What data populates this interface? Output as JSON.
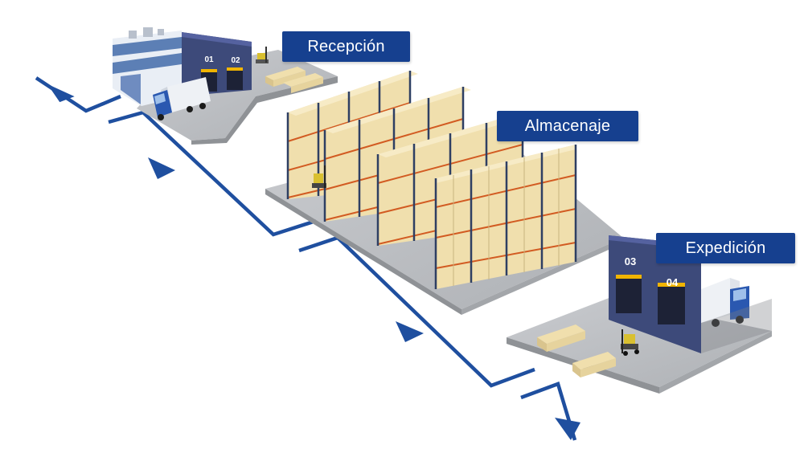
{
  "colors": {
    "flow_line": "#1f4f9f",
    "label_bg": "#16408f",
    "label_text": "#ffffff",
    "floor": "#b9bbbf",
    "floor_edge": "#8f9296",
    "rack_upright": "#2e3f63",
    "rack_beam": "#d25b22",
    "box": "#f0dfad",
    "box_side": "#d9c48d",
    "dock_wall": "#3d4a7a",
    "truck_cab": "#2a58b0"
  },
  "stages": [
    {
      "id": "recepcion",
      "label": "Recepción",
      "docks": [
        "01",
        "02"
      ]
    },
    {
      "id": "almacenaje",
      "label": "Almacenaje"
    },
    {
      "id": "expedicion",
      "label": "Expedición",
      "docks": [
        "03",
        "04"
      ]
    }
  ]
}
